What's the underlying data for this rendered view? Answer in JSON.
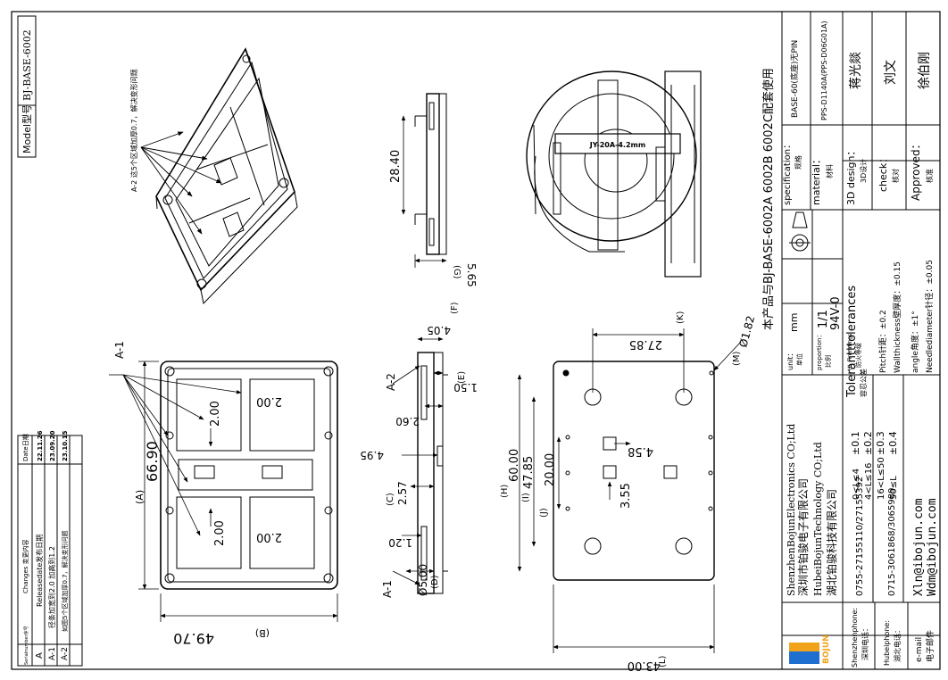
{
  "model_box": {
    "label": "Model型号",
    "value": "BJ-BASE-6002"
  },
  "top_note": {
    "text": "A-2 这5个区域加厚0.7，解决变形问题"
  },
  "revision": {
    "headers": {
      "code": "Serialnumber序号",
      "changes": "Changes 变更内容",
      "date": "Date日期"
    },
    "rows": [
      {
        "code": "A",
        "change": "Releasedate发布日期",
        "date": "22.11.26"
      },
      {
        "code": "A-1",
        "change": "径条加宽到2.0 加高到1.2",
        "date": "23.09.20"
      },
      {
        "code": "A-2",
        "change": "如图5个区域加厚0.7，解决变形问题",
        "date": "23.10.15"
      }
    ]
  },
  "front_view": {
    "callout": "A-1",
    "dims": {
      "height": "66.90",
      "height_tag": "(A)",
      "width": "49.70",
      "width_tag": "(B)",
      "rib_a": "2.00",
      "rib_b": "2.00",
      "rib_c": "2.00",
      "rib_d": "2.00"
    }
  },
  "side_view": {
    "callout_top": "A-2",
    "callout_bottom": "A-1",
    "dims": {
      "d405": "4.05",
      "d405_tag": "(F)",
      "d150": "1.50",
      "d150_tag": "(E)",
      "d260": "2.60",
      "d495": "4.95",
      "d257": "2.57",
      "d257_tag": "(C)",
      "d120": "1.20",
      "d500": "Ø5.00",
      "d500_tag": "(D)"
    }
  },
  "pin_view": {
    "dims": {
      "d2840": "28.40",
      "d565": "5.65",
      "d565_tag": "(G)"
    }
  },
  "bottom_view": {
    "dims": {
      "d2785": "27.85",
      "d2785_tag": "(K)",
      "d182": "Ø1.82",
      "d182_tag": "(M)",
      "d6000": "60.00",
      "d6000_tag": "(H)",
      "d4785": "47.85",
      "d4785_tag": "(I)",
      "d2000": "20.00",
      "d2000_tag": "(J)",
      "d458": "4.58",
      "d355": "3.55",
      "d4300": "43.00",
      "d4300_tag": "(L)"
    }
  },
  "usage_note": "本产品与BJ-BASE-6002A 6002B 6002C配套使用",
  "company": {
    "logo_text": "BOJUN",
    "lines": [
      "ShenzhenBojunElectronics CO;Ltd",
      "深圳市铂骏电子有限公司",
      "HubeiBojunTechnology CO;Ltd",
      "湖北铂骏科技有限公司"
    ],
    "phones": [
      {
        "label": "Shenzhenphone:",
        "label_cn": "深圳电话：",
        "value": "0755-27155110/27155392"
      },
      {
        "label": "Hubeiphone:",
        "label_cn": "湖北电话：",
        "value": "0715-3061868/3065989"
      },
      {
        "label": "e-mail",
        "label_cn": "电子邮件",
        "value": "Xln@ibojun.com",
        "value2": "Wdm@ibojun.com"
      }
    ]
  },
  "tolerances": {
    "title": "Tolerantttolerances",
    "title_cn": "容忍公差",
    "ranges": [
      {
        "range": "0<L≤4",
        "tol": "±0.1"
      },
      {
        "range": "4<L≤16",
        "tol": "±0.2"
      },
      {
        "range": "16<L≤50",
        "tol": "±0.3"
      },
      {
        "range": "50≤L",
        "tol": "±0.4"
      }
    ],
    "specials": [
      "Pitch针距：±0.2",
      "Wallthickness壁厚度：±0.15",
      "angle角度：±1°",
      "Needlediameter针径：±0.05"
    ]
  },
  "units": {
    "unit_label": "unit：",
    "unit_label_cn": "单位",
    "unit_value": "mm",
    "proportion_label": "proportion：",
    "proportion_label_cn": "比例",
    "proportion_value": "1/1",
    "fire_label": "UL Fireratings",
    "fire_label_cn": "防火等级",
    "fire_value": "94V-0"
  },
  "title_block": [
    {
      "label": "specification：",
      "label_cn": "规格",
      "value": "BASE-60(底座)无PIN"
    },
    {
      "label": "material：",
      "label_cn": "材料",
      "value": "PPS-D1140A(PPS-D06G01A)"
    },
    {
      "label": "3D design：",
      "label_cn": "3D设计",
      "value": "蒋光燚"
    },
    {
      "label": "check：",
      "label_cn": "核对",
      "value": "刘文"
    },
    {
      "label": "Approved：",
      "label_cn": "核准",
      "value": "徐伯刚"
    }
  ],
  "iso_label": "JY-20A-4.2mm"
}
